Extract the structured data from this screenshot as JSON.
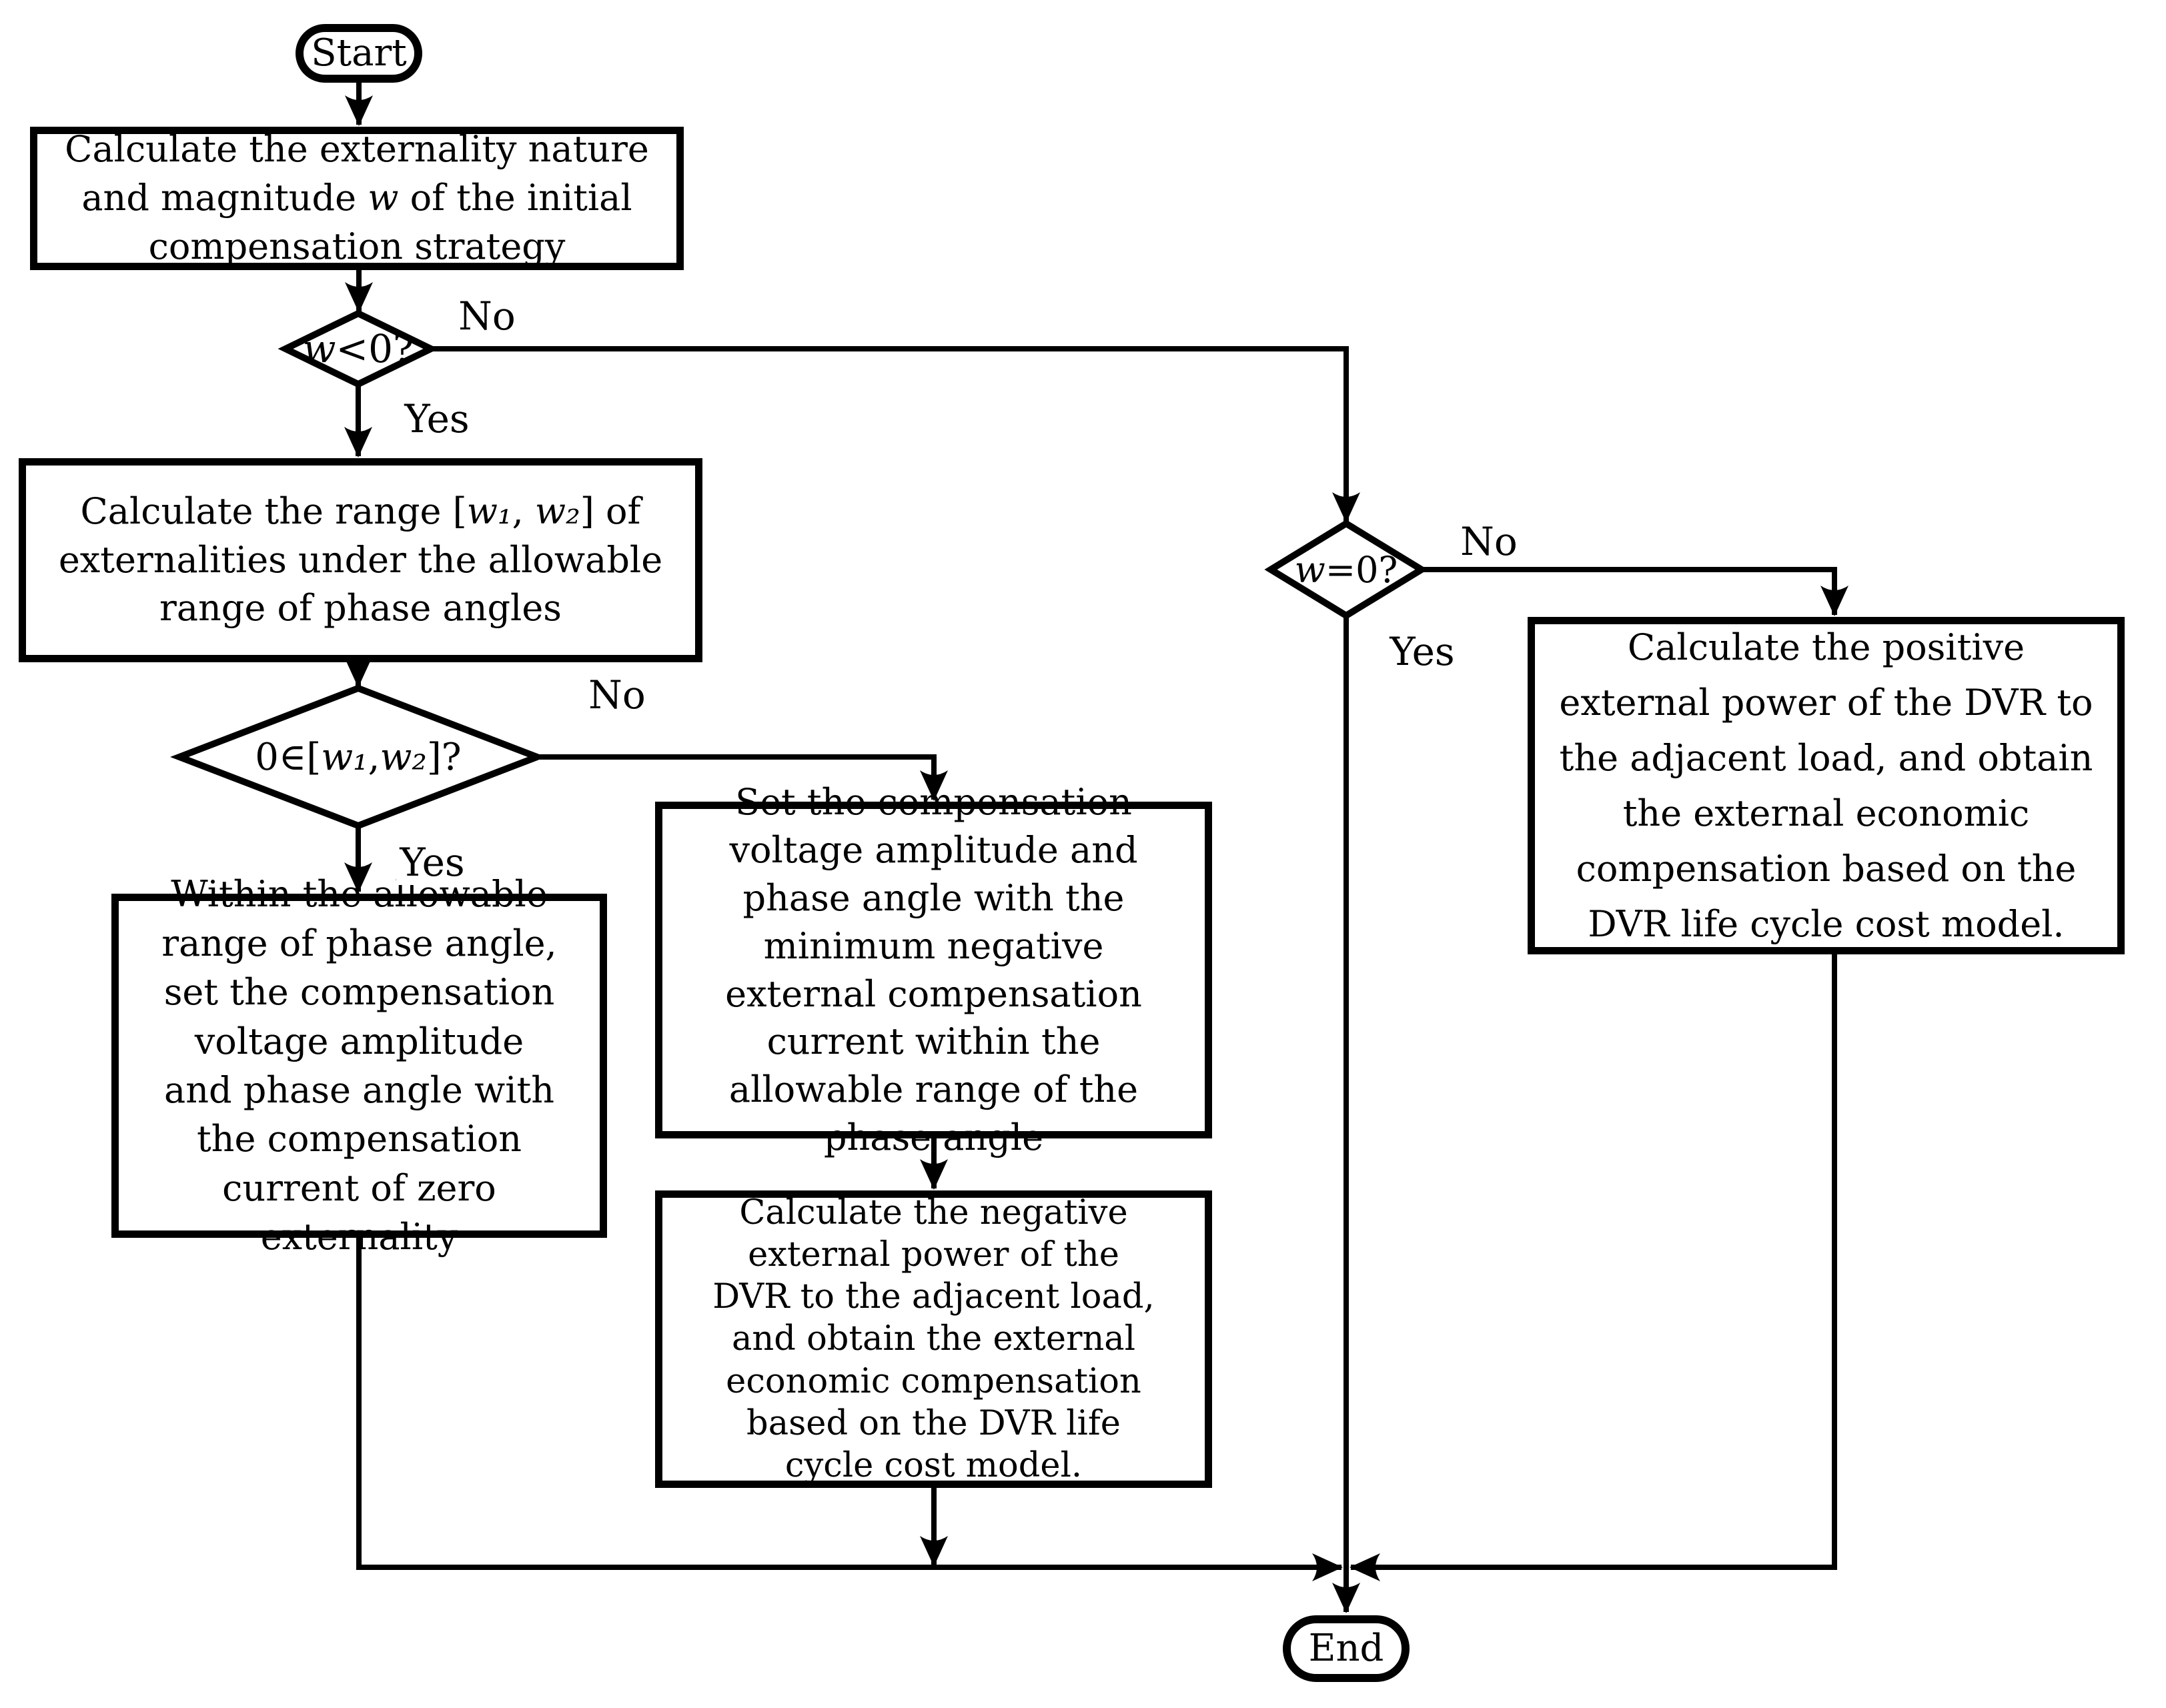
{
  "colors": {
    "line": "#000000",
    "fill": "#ffffff",
    "text": "#000000"
  },
  "nodes": {
    "start": {
      "label": "Start"
    },
    "calc_externality": {
      "parts": [
        "Calculate the externality nature and magnitude ",
        "w",
        " of the initial compensation strategy"
      ]
    },
    "decision_w_negative": {
      "parts": [
        "w",
        "<0?"
      ]
    },
    "calc_range": {
      "parts": [
        "Calculate the range [",
        "w₁",
        ", ",
        "w₂",
        "] of externalities under the allowable range of phase angles"
      ]
    },
    "decision_zero_in_range": {
      "parts": [
        "0∈[",
        "w₁",
        ",",
        "w₂",
        "]?"
      ]
    },
    "zero_externality": {
      "label": "Within the allowable range of phase angle, set the compensation voltage amplitude and phase angle with the compensation current of zero externality"
    },
    "min_negative_current": {
      "label": "Set the compensation voltage amplitude and phase angle with the minimum negative external compensation current within the allowable range of the phase angle"
    },
    "negative_external_power": {
      "label": "Calculate the negative external power of the DVR to the adjacent load, and obtain the external economic compensation based on the DVR life cycle cost model."
    },
    "decision_w_zero": {
      "parts": [
        "w",
        "=0?"
      ]
    },
    "positive_external_power": {
      "label": "Calculate the positive external power of the DVR to the adjacent load, and obtain the external economic compensation based on the DVR life cycle cost model."
    },
    "end": {
      "label": "End"
    }
  },
  "edge_labels": {
    "w_negative_no": "No",
    "w_negative_yes": "Yes",
    "zero_in_range_no": "No",
    "zero_in_range_yes": "Yes",
    "w_zero_no": "No",
    "w_zero_yes": "Yes"
  },
  "flow": [
    {
      "from": "start",
      "to": "calc_externality",
      "label": ""
    },
    {
      "from": "calc_externality",
      "to": "decision_w_negative",
      "label": ""
    },
    {
      "from": "decision_w_negative",
      "to": "calc_range",
      "label": "Yes"
    },
    {
      "from": "decision_w_negative",
      "to": "decision_w_zero",
      "label": "No"
    },
    {
      "from": "calc_range",
      "to": "decision_zero_in_range",
      "label": ""
    },
    {
      "from": "decision_zero_in_range",
      "to": "zero_externality",
      "label": "Yes"
    },
    {
      "from": "decision_zero_in_range",
      "to": "min_negative_current",
      "label": "No"
    },
    {
      "from": "min_negative_current",
      "to": "negative_external_power",
      "label": ""
    },
    {
      "from": "decision_w_zero",
      "to": "end",
      "label": "Yes"
    },
    {
      "from": "decision_w_zero",
      "to": "positive_external_power",
      "label": "No"
    },
    {
      "from": "zero_externality",
      "to": "end",
      "label": ""
    },
    {
      "from": "negative_external_power",
      "to": "end",
      "label": ""
    },
    {
      "from": "positive_external_power",
      "to": "end",
      "label": ""
    }
  ]
}
